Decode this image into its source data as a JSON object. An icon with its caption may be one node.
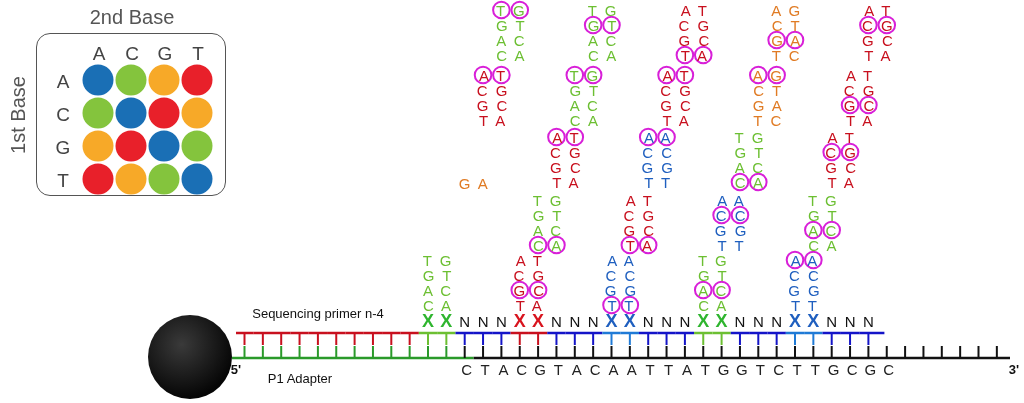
{
  "diagram": {
    "nodes": [
      {
        "text": [
          "A",
          "C",
          "G",
          "T",
          "A",
          "C",
          "G",
          "T"
        ],
        "beside": [
          "2nd Base",
          "1st Base"
        ]
      },
      {
        "text": [],
        "shape": "circle"
      }
    ],
    "labels": [
      "T G",
      "G T",
      "A C",
      "C A",
      "T G",
      "G T",
      "A C",
      "C A",
      "A T",
      "C G",
      "G C",
      "T A",
      "A G",
      "C T",
      "G A",
      "T C",
      "A T",
      "C G",
      "G C",
      "T A",
      "A T",
      "C G",
      "G C",
      "T A",
      "T G",
      "G T",
      "A C",
      "C A",
      "A T",
      "C G",
      "G C",
      "T A",
      "A G",
      "C T",
      "G A",
      "T C",
      "A T",
      "C G",
      "G C",
      "T A",
      "G A",
      "A T",
      "C G",
      "G C",
      "T A",
      "A A",
      "C C",
      "G G",
      "T T",
      "T G",
      "G T",
      "A C",
      "C A",
      "A T",
      "C G",
      "G C",
      "T A",
      "T G",
      "G T",
      "A C",
      "C A",
      "A T",
      "C G",
      "G C",
      "T A",
      "A A",
      "C C",
      "G G",
      "T T",
      "T G",
      "G T",
      "A C",
      "C A",
      "T G",
      "G T",
      "A C",
      "C A",
      "A T",
      "C G",
      "G C",
      "T A",
      "A A",
      "C C",
      "G G",
      "T T",
      "T G",
      "G T",
      "A C",
      "C A",
      "A A",
      "C C",
      "G G",
      "T T",
      "Sequencing primer n-4",
      "X",
      "X",
      "N",
      "N",
      "N",
      "X",
      "X",
      "N",
      "N",
      "N",
      "X",
      "X",
      "N",
      "N",
      "N",
      "X",
      "X",
      "N",
      "N",
      "N",
      "X",
      "X",
      "N",
      "N",
      "N",
      "5'",
      "C",
      "T",
      "A",
      "C",
      "G",
      "T",
      "A",
      "C",
      "A",
      "A",
      "T",
      "T",
      "A",
      "T",
      "G",
      "G",
      "T",
      "C",
      "T",
      "T",
      "G",
      "C",
      "G",
      "C",
      "3'",
      "P1 Adapter"
    ]
  }
}
